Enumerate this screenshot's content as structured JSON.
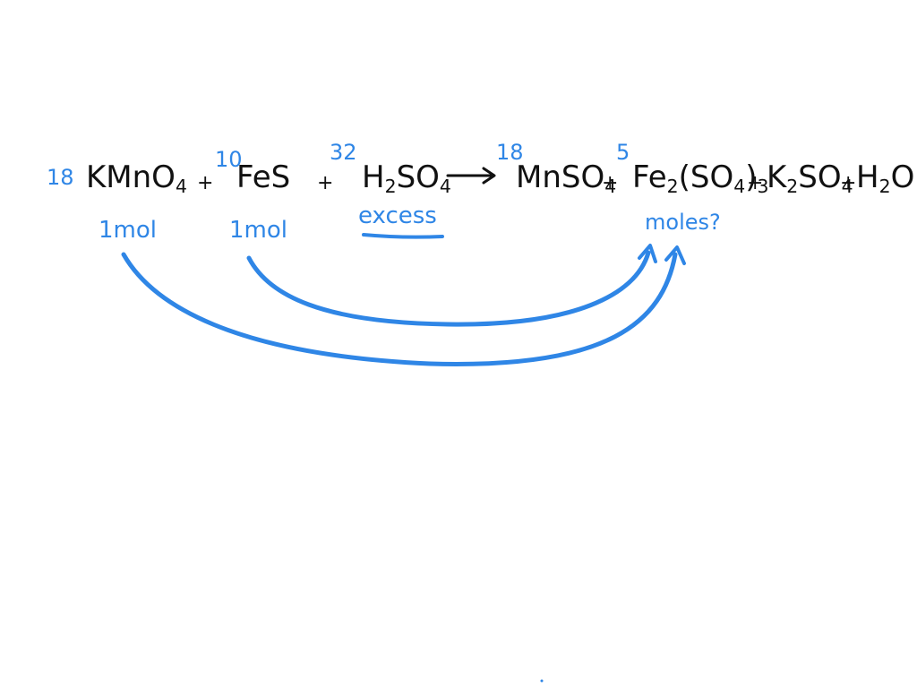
{
  "equation": {
    "coef_1": "18",
    "reactant_1": "KMnO",
    "reactant_1_sub": "4",
    "plus_1": "+",
    "coef_2": "10",
    "reactant_2": "FeS",
    "plus_2": "+",
    "coef_3": "32",
    "reactant_3_a": "H",
    "reactant_3_sub1": "2",
    "reactant_3_b": "SO",
    "reactant_3_sub2": "4",
    "coef_4": "18",
    "product_1": "MnSO",
    "product_1_sub": "4",
    "plus_3": "+",
    "coef_5": "5",
    "product_2_a": "Fe",
    "product_2_sub1": "2",
    "product_2_b": "(SO",
    "product_2_sub2": "4",
    "product_2_c": ")",
    "product_2_sub3": "3",
    "plus_4": "+",
    "product_3_a": "K",
    "product_3_sub1": "2",
    "product_3_b": "SO",
    "product_3_sub2": "4",
    "plus_5": "+",
    "product_4_a": "H",
    "product_4_sub": "2",
    "product_4_b": "O"
  },
  "annotations": {
    "kmno4_amount": "1mol",
    "fes_amount": "1mol",
    "h2so4_note": "excess",
    "product_question": "moles?"
  },
  "colors": {
    "ink_black": "#111111",
    "ink_blue": "#2f86e6"
  }
}
